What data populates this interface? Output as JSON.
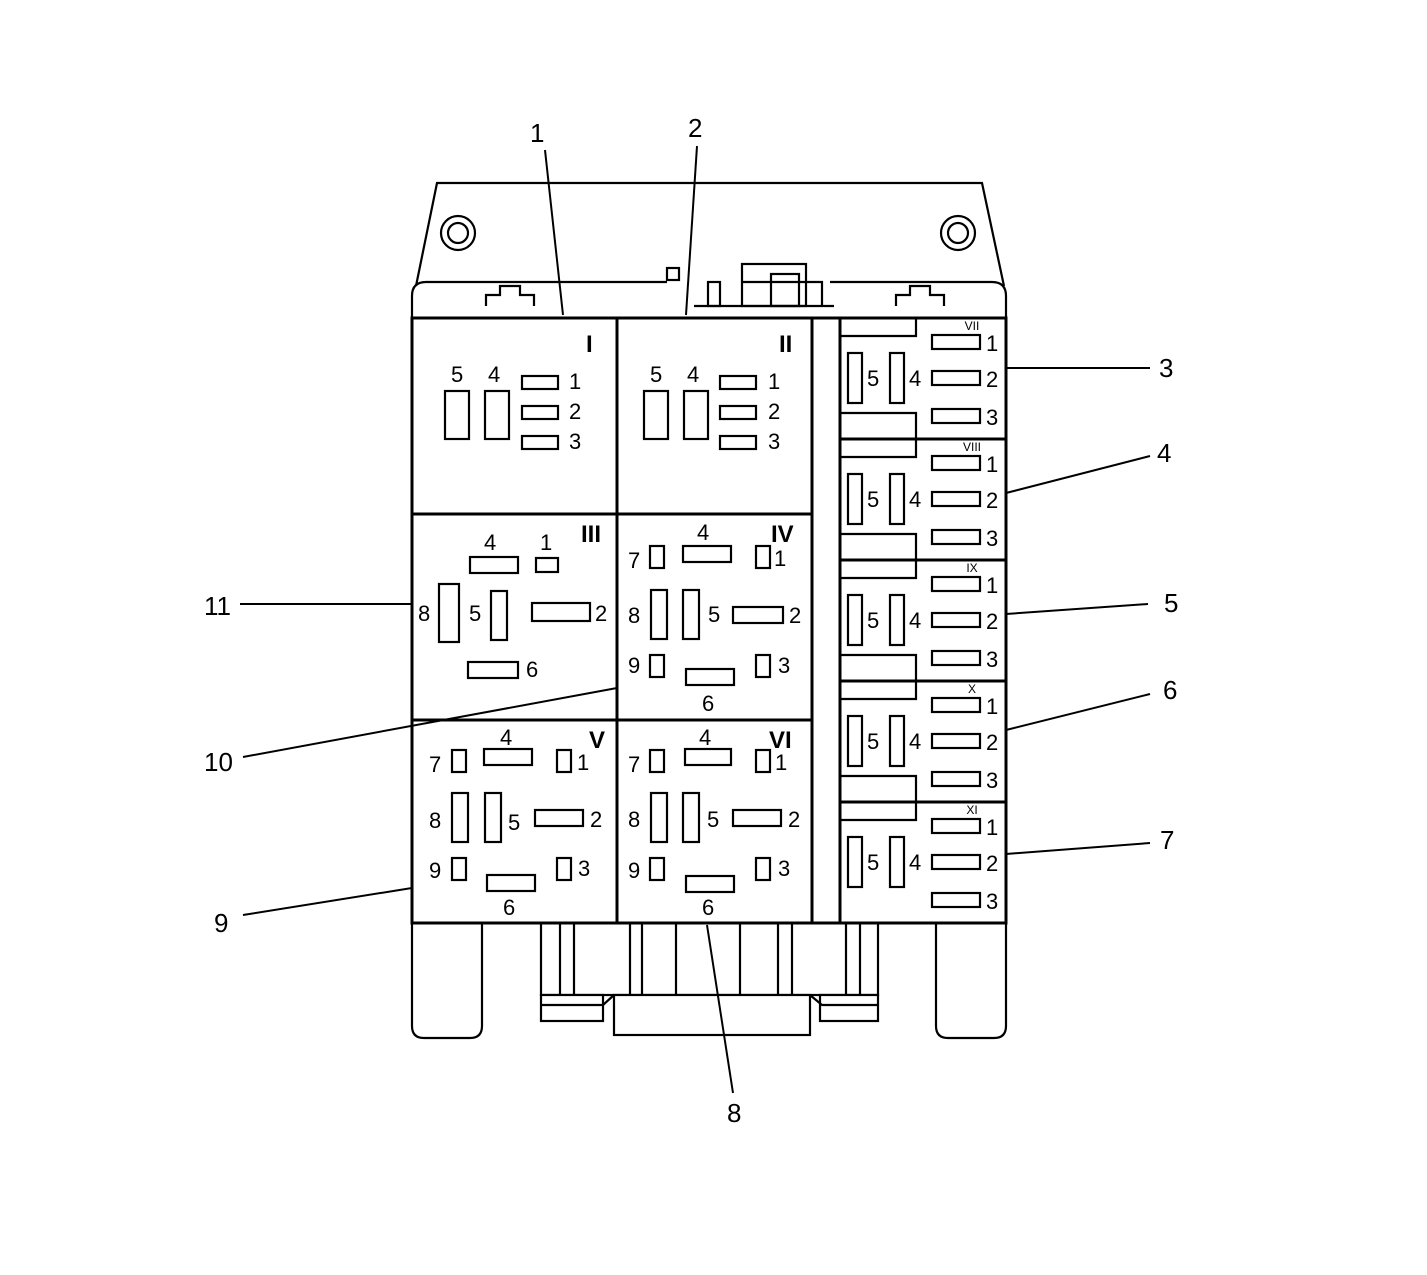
{
  "callouts": [
    "1",
    "2",
    "3",
    "4",
    "5",
    "6",
    "7",
    "8",
    "9",
    "10",
    "11"
  ],
  "relays": {
    "I": {
      "id": "I",
      "pins": [
        "5",
        "4",
        "1",
        "2",
        "3"
      ]
    },
    "II": {
      "id": "II",
      "pins": [
        "5",
        "4",
        "1",
        "2",
        "3"
      ]
    },
    "III": {
      "id": "III",
      "pins": [
        "4",
        "1",
        "8",
        "5",
        "2",
        "6"
      ]
    },
    "IV": {
      "id": "IV",
      "pins": [
        "4",
        "7",
        "1",
        "8",
        "5",
        "2",
        "9",
        "3",
        "6"
      ]
    },
    "V": {
      "id": "V",
      "pins": [
        "4",
        "7",
        "1",
        "8",
        "5",
        "2",
        "9",
        "3",
        "6"
      ]
    },
    "VI": {
      "id": "VI",
      "pins": [
        "4",
        "7",
        "1",
        "8",
        "5",
        "2",
        "9",
        "3",
        "6"
      ]
    },
    "VII": {
      "id": "VII",
      "pins": [
        "1",
        "5",
        "4",
        "2",
        "3"
      ]
    },
    "VIII": {
      "id": "VIII",
      "pins": [
        "1",
        "5",
        "4",
        "2",
        "3"
      ]
    },
    "IX": {
      "id": "IX",
      "pins": [
        "1",
        "5",
        "4",
        "2",
        "3"
      ]
    },
    "X": {
      "id": "X",
      "pins": [
        "1",
        "5",
        "4",
        "2",
        "3"
      ]
    },
    "XI": {
      "id": "XI",
      "pins": [
        "1",
        "5",
        "4",
        "2",
        "3"
      ]
    }
  }
}
